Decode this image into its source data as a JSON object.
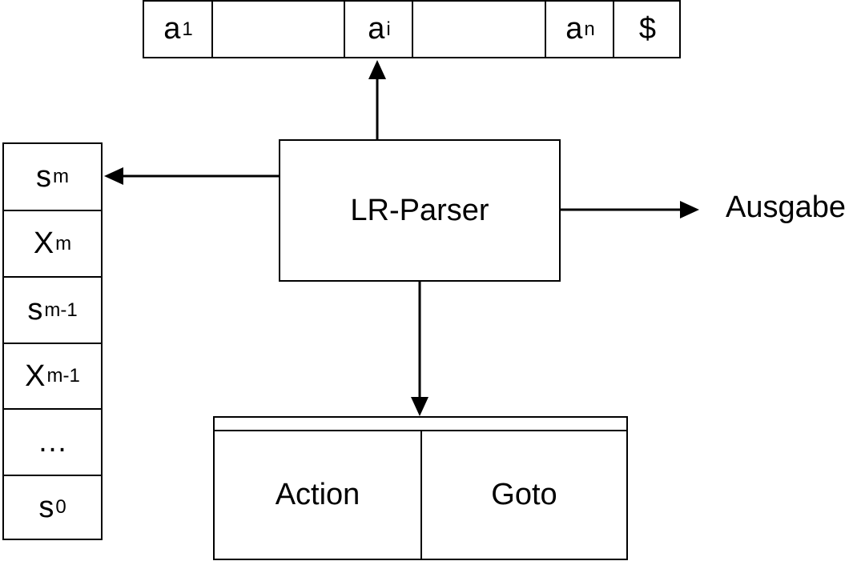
{
  "input_tape": [
    {
      "base": "a",
      "sub": "1"
    },
    {
      "base": "",
      "sub": ""
    },
    {
      "base": "a",
      "sub": "i"
    },
    {
      "base": "",
      "sub": ""
    },
    {
      "base": "a",
      "sub": "n"
    },
    {
      "base": "$",
      "sub": ""
    }
  ],
  "stack": [
    {
      "base": "s",
      "sub": "m"
    },
    {
      "base": "X",
      "sub": "m"
    },
    {
      "base": "s",
      "sub": "m-1"
    },
    {
      "base": "X",
      "sub": "m-1"
    },
    {
      "base": "…",
      "sub": ""
    },
    {
      "base": "s",
      "sub": "0"
    }
  ],
  "parser": {
    "label": "LR-Parser"
  },
  "output": {
    "label": "Ausgabe"
  },
  "table": {
    "action_label": "Action",
    "goto_label": "Goto"
  }
}
